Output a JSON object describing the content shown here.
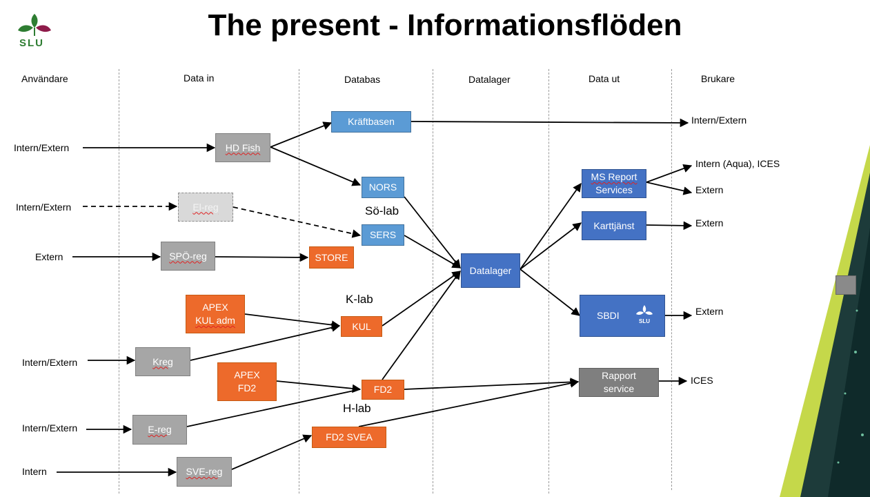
{
  "title": "The present - Informationsflöden",
  "logo": {
    "text": "SLU",
    "icon": "slu-leaf-logo"
  },
  "columns": [
    "Användare",
    "Data in",
    "Databas",
    "Datalager",
    "Data ut",
    "Brukare"
  ],
  "left_labels": [
    "Intern/Extern",
    "Intern/Extern",
    "Extern",
    "Intern/Extern",
    "Intern/Extern",
    "Intern"
  ],
  "right_labels": [
    "Intern/Extern",
    "Intern (Aqua), ICES",
    "Extern",
    "Extern",
    "Extern",
    "ICES"
  ],
  "lab_labels": [
    "Sö-lab",
    "K-lab",
    "H-lab"
  ],
  "boxes": {
    "hdfish": "HD Fish",
    "elreg": "El-reg",
    "sporeg": "SPÖ-reg",
    "apex_kul_1": "APEX",
    "apex_kul_2": "KUL adm",
    "kreg": "Kreg",
    "apex_fd2_1": "APEX",
    "apex_fd2_2": "FD2",
    "ereg": "E-reg",
    "svereg": "SVE-reg",
    "kraftbasen": "Kräftbasen",
    "nors": "NORS",
    "sers": "SERS",
    "store": "STORE",
    "kul": "KUL",
    "fd2": "FD2",
    "fd2svea": "FD2 SVEA",
    "datalager": "Datalager",
    "msreport_1": "MS Report",
    "msreport_2": "Services",
    "karttjanst": "Karttjänst",
    "sbdi": "SBDI",
    "rapport_1": "Rapport",
    "rapport_2": "service"
  },
  "colors": {
    "gray": "#a6a6a6",
    "light_blue": "#5b9bd5",
    "blue": "#4472c4",
    "orange": "#ed6a2b",
    "dark_gray": "#7f7f7f"
  }
}
